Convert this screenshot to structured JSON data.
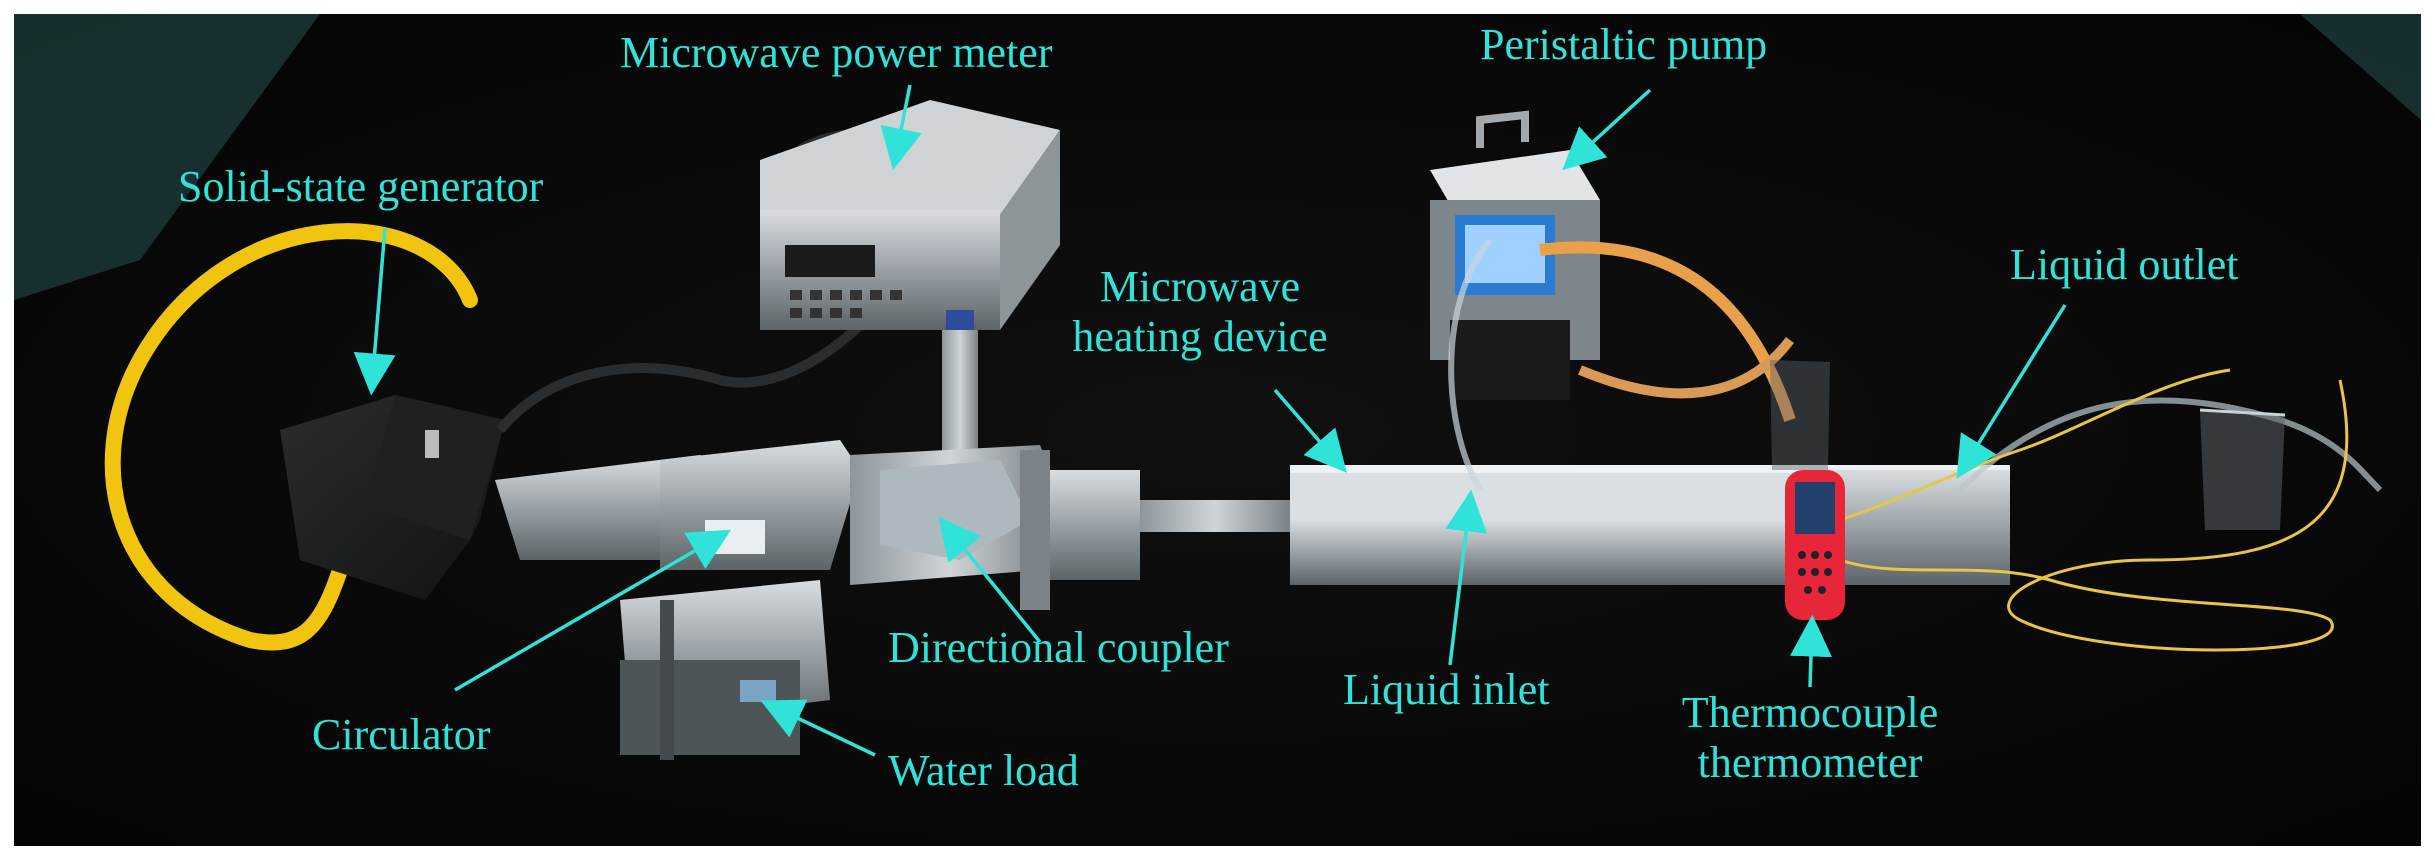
{
  "labels": {
    "microwave_power_meter": "Microwave power meter",
    "peristaltic_pump": "Peristaltic pump",
    "solid_state_generator": "Solid-state generator",
    "microwave_heating_device_line1": "Microwave",
    "microwave_heating_device_line2": "heating device",
    "liquid_outlet": "Liquid outlet",
    "directional_coupler": "Directional coupler",
    "circulator": "Circulator",
    "liquid_inlet": "Liquid inlet",
    "thermocouple_thermometer_line1": "Thermocouple",
    "thermocouple_thermometer_line2": "thermometer",
    "water_load": "Water load"
  },
  "colors": {
    "label": "#2fe3d8",
    "arrow": "#2fe3d8",
    "background": "#0a0a0a",
    "border": "#ffffff"
  }
}
